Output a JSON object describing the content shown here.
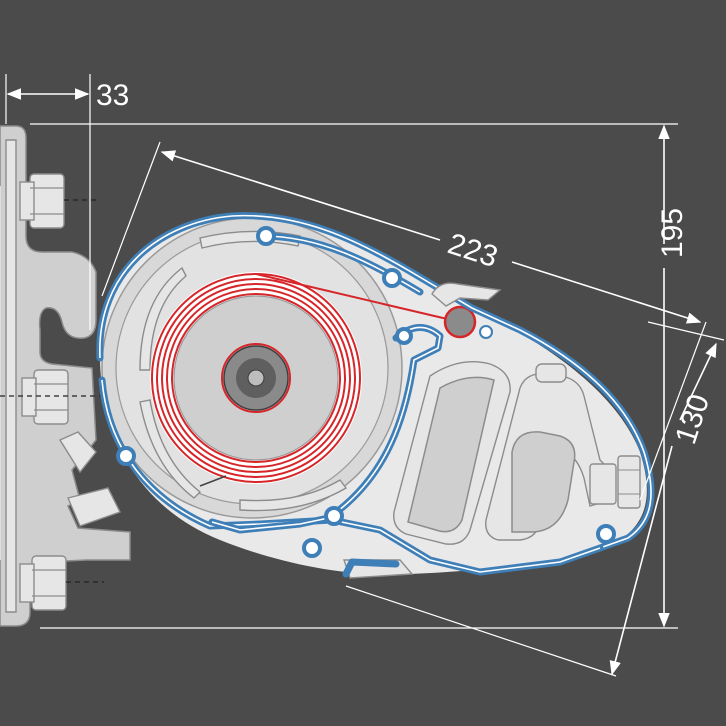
{
  "dimensions": {
    "width_offset": "33",
    "length": "223",
    "height": "195",
    "depth": "130"
  },
  "colors": {
    "background": "#4b4b4b",
    "profile_blue": "#3f7fb8",
    "fabric_red": "#d6262a",
    "metal_gray": "#cfcfcf"
  }
}
